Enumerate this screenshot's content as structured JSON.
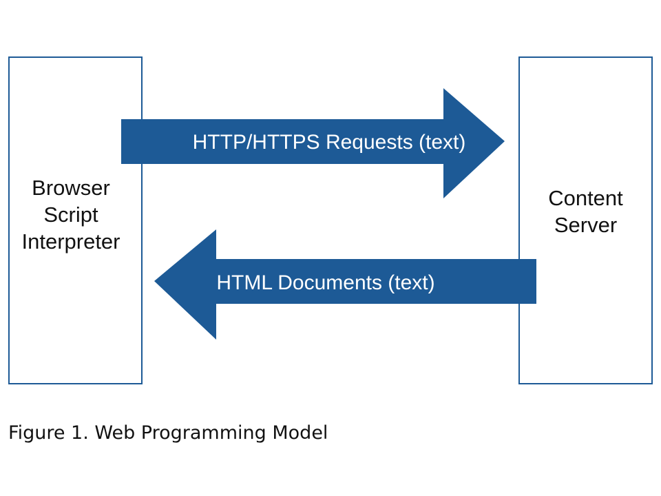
{
  "diagram": {
    "left_box": {
      "lines": [
        "Browser",
        "Script",
        "Interpreter"
      ]
    },
    "right_box": {
      "lines": [
        "Content",
        "Server"
      ]
    },
    "arrows": {
      "request_label": "HTTP/HTTPS Requests (text)",
      "response_label": "HTML Documents (text)",
      "color": "#1d5a96"
    },
    "box_border_color": "#1d5a96",
    "caption": "Figure 1. Web Programming Model"
  }
}
